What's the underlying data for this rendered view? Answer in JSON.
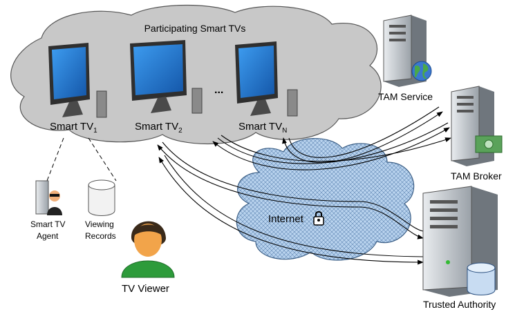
{
  "cloud": {
    "title": "Participating Smart TVs"
  },
  "tvs": [
    {
      "label": "Smart TV",
      "sub": "1"
    },
    {
      "label": "Smart TV",
      "sub": "2"
    },
    {
      "label": "Smart TV",
      "sub": "N"
    }
  ],
  "ellipsis": "...",
  "internet": {
    "label": "Internet"
  },
  "servers": {
    "tam_service": "TAM Service",
    "tam_broker": "TAM Broker",
    "trusted_authority": "Trusted Authority"
  },
  "agent": {
    "line1": "Smart TV",
    "line2": "Agent"
  },
  "records": {
    "line1": "Viewing",
    "line2": "Records"
  },
  "viewer": {
    "label": "TV Viewer"
  },
  "colors": {
    "cloud_fill": "#c8c8c8",
    "screen": "#2a7fd6",
    "internet_fill": "#b9d3ee",
    "skin": "#f2a44a",
    "shirt": "#2d9b3b"
  }
}
